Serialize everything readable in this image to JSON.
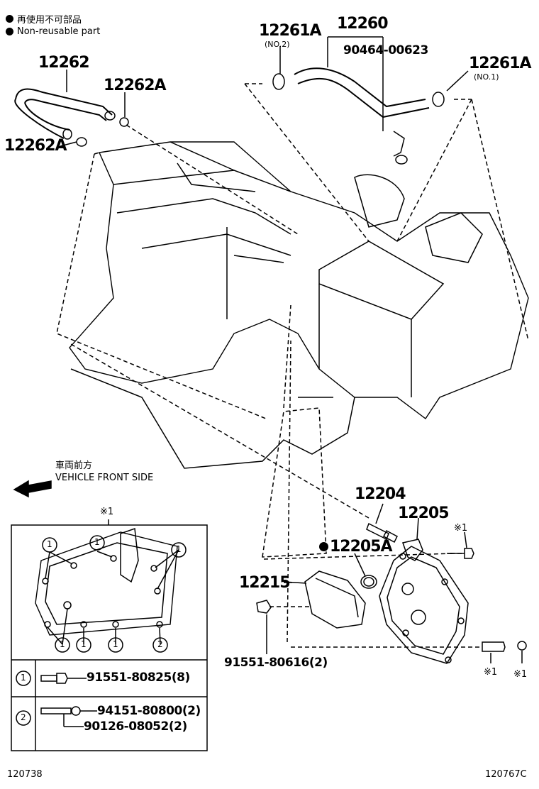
{
  "legend": {
    "reuse_jp": "再使用不可部品",
    "reuse_en": "Non-reusable part"
  },
  "parts": {
    "p12262": "12262",
    "p12262A_a": "12262A",
    "p12262A_b": "12262A",
    "p12261A_no2": "12261A",
    "no2": "(NO.2)",
    "p12260": "12260",
    "p90464": "90464-00623",
    "p12261A_no1": "12261A",
    "no1": "(NO.1)",
    "p12204": "12204",
    "p12205": "12205",
    "p12205A": "12205A",
    "p12215": "12215",
    "p91551_80616": "91551-80616(2)"
  },
  "symbols": {
    "s1_top": "※1",
    "s1_bottom_a": "※1",
    "s1_bottom_b": "※1",
    "s1_box": "※1"
  },
  "front": {
    "jp": "車両前方",
    "en": "VEHICLE FRONT SIDE"
  },
  "inset": {
    "circle_labels": [
      "1",
      "1",
      "1",
      "1",
      "1",
      "2",
      "1",
      "2"
    ],
    "rows": [
      {
        "num": "1",
        "part": "91551-80825(8)"
      },
      {
        "num": "2",
        "part_a": "94151-80800(2)",
        "part_b": "90126-08052(2)"
      }
    ]
  },
  "footer": {
    "left": "120738",
    "right": "120767C"
  }
}
